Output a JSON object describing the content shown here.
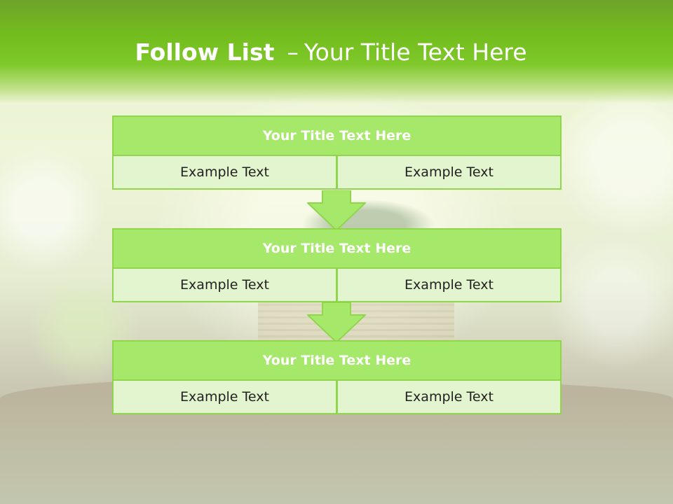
{
  "slide": {
    "title_bold": "Follow List",
    "title_dash": "–",
    "title_rest": "Your Title Text Here"
  },
  "boxes": [
    {
      "title": "Your Title Text Here",
      "left": "Example Text",
      "right": "Example Text"
    },
    {
      "title": "Your Title Text Here",
      "left": "Example Text",
      "right": "Example Text"
    },
    {
      "title": "Your Title Text Here",
      "left": "Example Text",
      "right": "Example Text"
    }
  ],
  "colors": {
    "header_green": "#73bd1e",
    "box_title_fill": "#a6e86a",
    "box_cell_fill": "#e2f5cf",
    "border_green": "#8fd64a"
  }
}
